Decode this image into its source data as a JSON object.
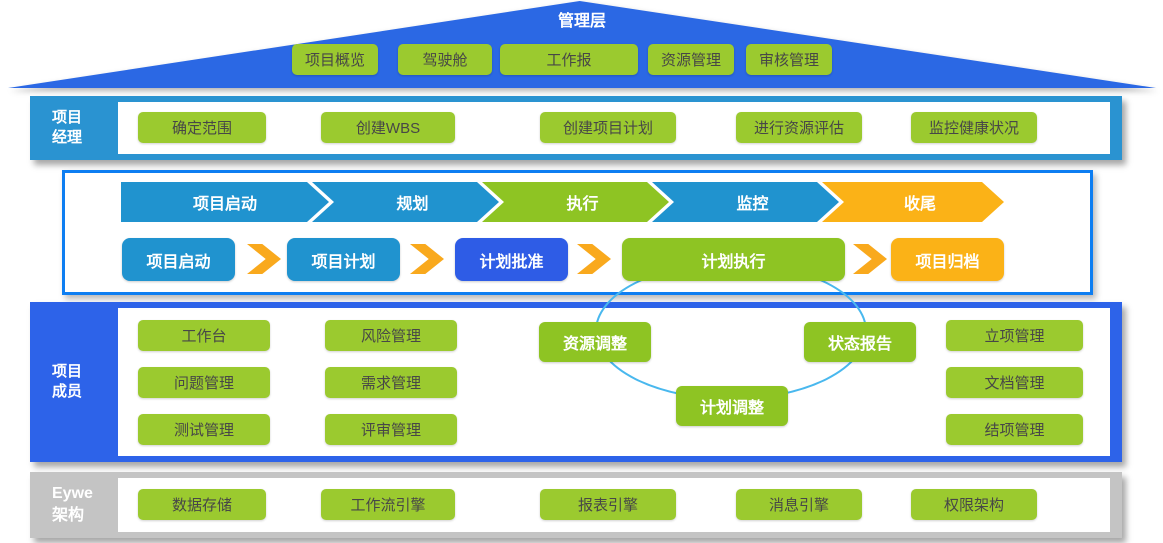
{
  "roof": {
    "title": "管理层",
    "buttons": [
      "项目概览",
      "驾驶舱",
      "工作报",
      "资源管理",
      "审核管理"
    ]
  },
  "manager": {
    "label1": "项目",
    "label2": "经理",
    "buttons": [
      "确定范围",
      "创建WBS",
      "创建项目计划",
      "进行资源评估",
      "监控健康状况"
    ]
  },
  "process": {
    "phases": [
      {
        "label": "项目启动",
        "color": "cerulean"
      },
      {
        "label": "规划",
        "color": "cerulean"
      },
      {
        "label": "执行",
        "color": "green"
      },
      {
        "label": "监控",
        "color": "cerulean"
      },
      {
        "label": "收尾",
        "color": "orange"
      }
    ],
    "steps": [
      {
        "label": "项目启动",
        "color": "cerulean"
      },
      {
        "label": "项目计划",
        "color": "cerulean"
      },
      {
        "label": "计划批准",
        "color": "royal"
      },
      {
        "label": "计划执行",
        "color": "green"
      },
      {
        "label": "项目归档",
        "color": "orange"
      }
    ]
  },
  "member": {
    "label1": "项目",
    "label2": "成员",
    "col1": [
      "工作台",
      "问题管理",
      "测试管理"
    ],
    "col2": [
      "风险管理",
      "需求管理",
      "评审管理"
    ],
    "cycle": {
      "resource": "资源调整",
      "status": "状态报告",
      "plan": "计划调整"
    },
    "right": [
      "立项管理",
      "文档管理",
      "结项管理"
    ]
  },
  "platform": {
    "label1": "Eywe",
    "label2": "架构",
    "buttons": [
      "数据存储",
      "工作流引擎",
      "报表引擎",
      "消息引擎",
      "权限架构"
    ]
  },
  "colors": {
    "royal_blue": "#2d63e9",
    "cerulean_blue": "#2093cf",
    "green": "#9bca2f",
    "orange": "#fbb217",
    "arrow_orange": "#f9a91d",
    "panel_border_blue": "#0d7ef2",
    "ellipse_blue": "#49b8ee",
    "platform_gray": "#c4c4c4"
  }
}
